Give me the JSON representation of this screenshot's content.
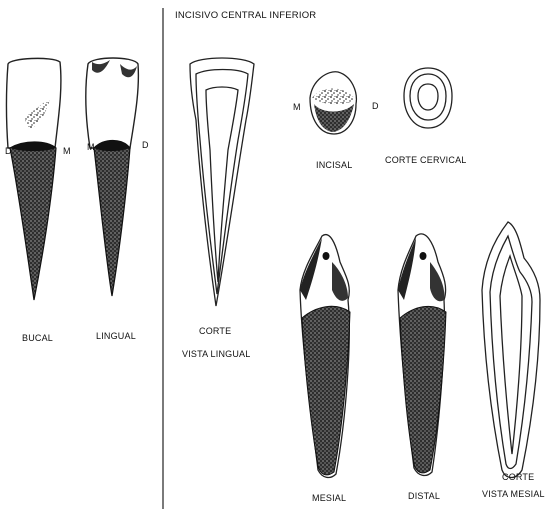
{
  "title": "INCISIVO CENTRAL INFERIOR",
  "views": {
    "bucal": "BUCAL",
    "lingual": "LINGUAL",
    "corte_vl_1": "CORTE",
    "corte_vl_2": "VISTA LINGUAL",
    "incisal": "INCISAL",
    "corte_cervical": "CORTE CERVICAL",
    "mesial": "MESIAL",
    "distal": "DISTAL",
    "corte_vm_1": "CORTE",
    "corte_vm_2": "VISTA MESIAL"
  },
  "markers": {
    "bucal_d": "D",
    "bucal_m": "M",
    "lingual_m": "M",
    "lingual_d": "D",
    "incisal_m": "M",
    "incisal_d": "D"
  },
  "colors": {
    "ink": "#111111",
    "stipple": "#2a2a2a",
    "paper": "#ffffff"
  }
}
